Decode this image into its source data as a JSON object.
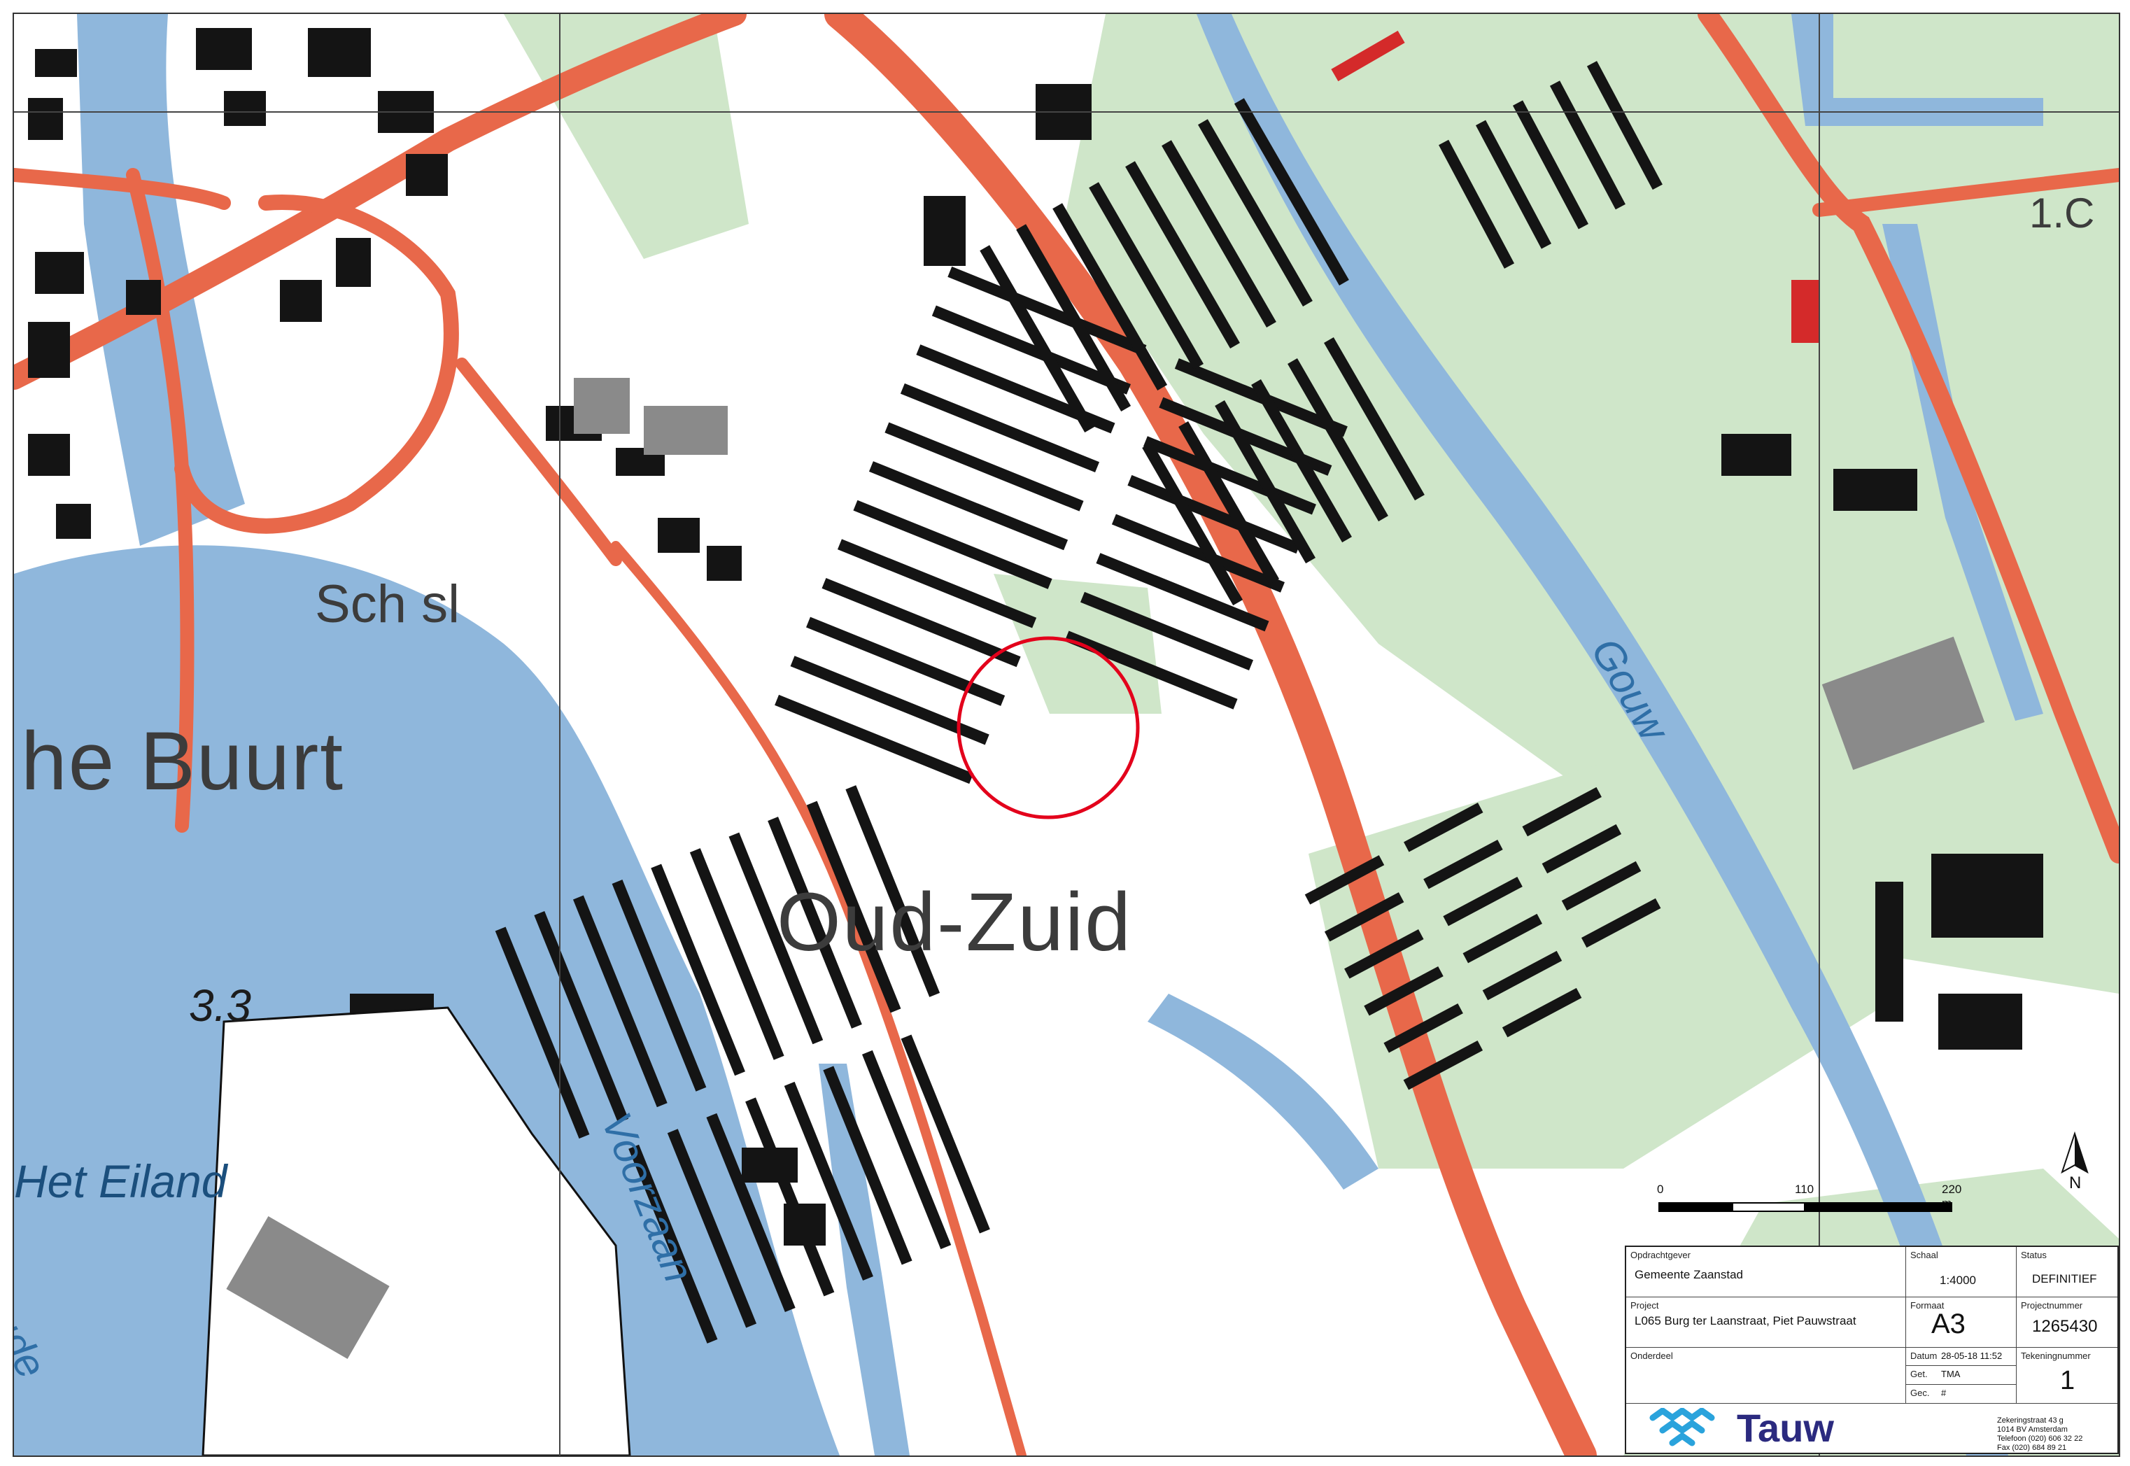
{
  "map": {
    "place_labels": {
      "neighbourhood_a": "he Buurt",
      "neighbourhood_b": "Oud-Zuid",
      "island": "Het Eiland",
      "sluice": "Sch sl",
      "canal_right": "Gouw",
      "river": "Voorzaan",
      "river_left": "ude",
      "depth": "3.3",
      "contour": "1.C"
    },
    "colors": {
      "water": "#8fb7dc",
      "green": "#cfe6c9",
      "road": "#e8684a",
      "buildings": "#141414",
      "marker": "#e3001b"
    }
  },
  "scalebar": {
    "ticks": [
      "0",
      "110",
      "220 m"
    ]
  },
  "north": {
    "label": "N"
  },
  "title_block": {
    "opdrachtgever_caption": "Opdrachtgever",
    "opdrachtgever": "Gemeente Zaanstad",
    "schaal_caption": "Schaal",
    "schaal": "1:4000",
    "status_caption": "Status",
    "status": "DEFINITIEF",
    "project_caption": "Project",
    "project": "L065 Burg ter Laanstraat, Piet Pauwstraat",
    "formaat_caption": "Formaat",
    "formaat": "A3",
    "projectnummer_caption": "Projectnummer",
    "projectnummer": "1265430",
    "onderdeel_caption": "Onderdeel",
    "datum_caption": "Datum",
    "datum": "28-05-18 11:52",
    "get_caption": "Get.",
    "get": "TMA",
    "gec_caption": "Gec.",
    "gec": "#",
    "tekeningnummer_caption": "Tekeningnummer",
    "tekeningnummer": "1",
    "company": "Tauw",
    "address_lines": [
      "Zekeringstraat 43 g",
      "1014 BV Amsterdam",
      "Telefoon (020) 606 32 22",
      "Fax (020) 684 89 21"
    ]
  }
}
